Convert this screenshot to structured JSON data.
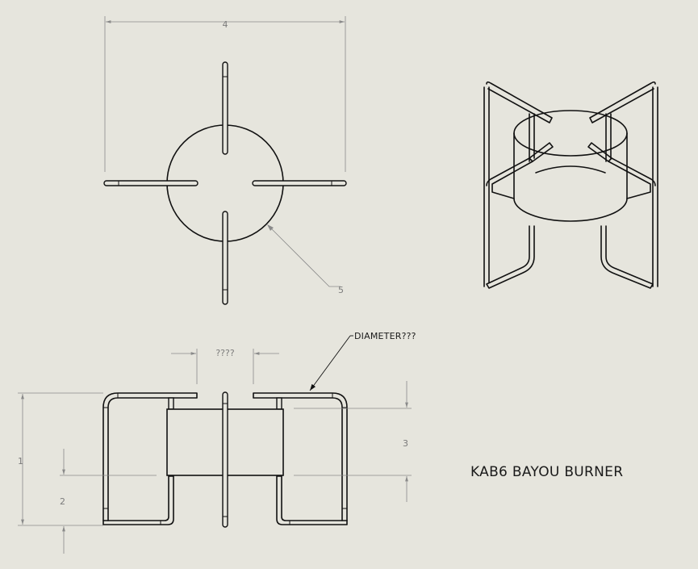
{
  "dimensions": {
    "top_width": "4",
    "circle_balloon": "5",
    "side_height": "1",
    "side_lower": "2",
    "side_right": "3",
    "gap_label": "????"
  },
  "notes": {
    "diameter_callout": "DIAMETER???"
  },
  "title": "KAB6 BAYOU BURNER"
}
